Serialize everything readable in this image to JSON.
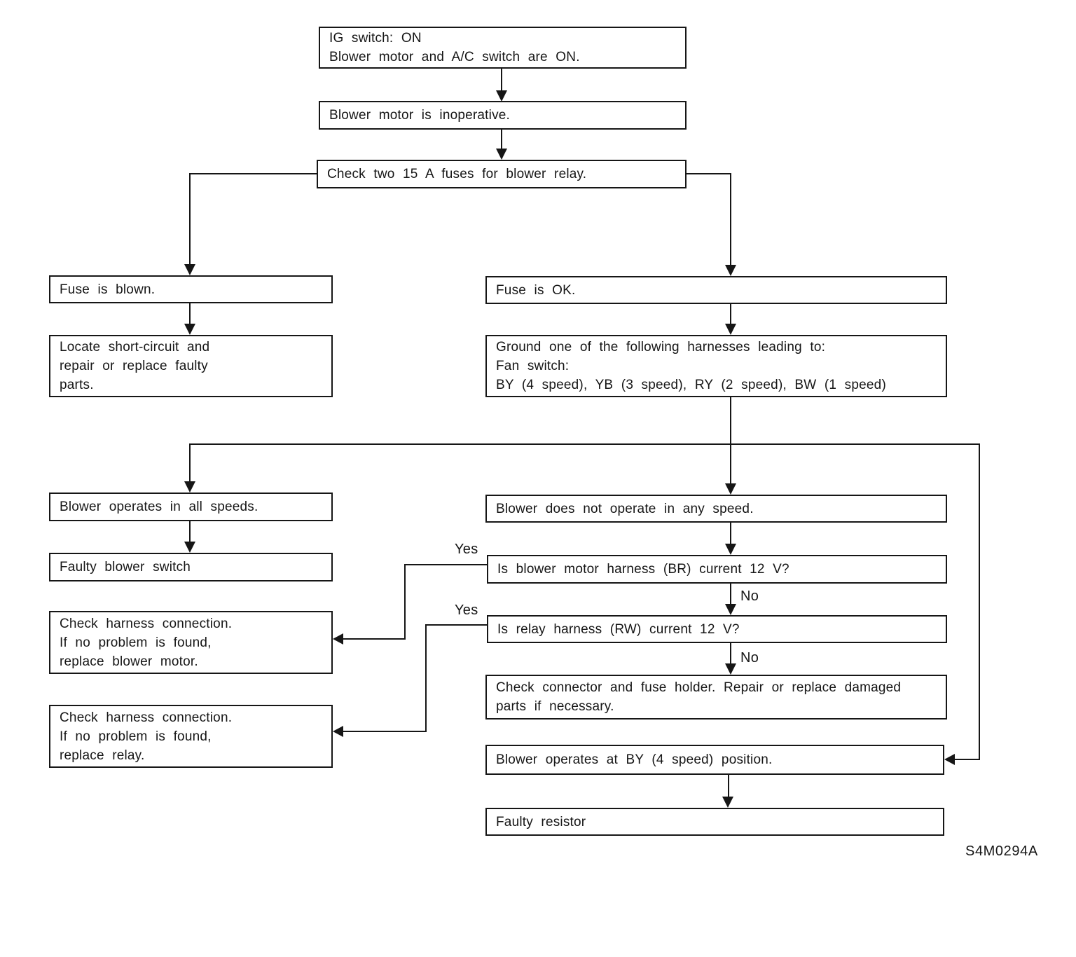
{
  "diagram": {
    "figure_code": "S4M0294A",
    "colors": {
      "ink": "#161616",
      "paper": "#ffffff"
    },
    "boxes": {
      "start": {
        "lines": [
          "IG switch: ON",
          "Blower motor and A/C switch are ON."
        ]
      },
      "inoperative": {
        "lines": [
          "Blower motor is inoperative."
        ]
      },
      "check_fuses": {
        "lines": [
          "Check two 15 A fuses for blower relay."
        ]
      },
      "fuse_blown": {
        "lines": [
          "Fuse is blown."
        ]
      },
      "locate_short": {
        "lines": [
          "Locate short-circuit and",
          "repair or replace faulty",
          "parts."
        ]
      },
      "fuse_ok": {
        "lines": [
          "Fuse is OK."
        ]
      },
      "ground_harness": {
        "lines": [
          "Ground one of the following harnesses leading to:",
          "Fan switch:",
          "BY (4 speed), YB (3 speed), RY (2 speed), BW (1 speed)"
        ]
      },
      "all_speeds": {
        "lines": [
          "Blower operates in all speeds."
        ]
      },
      "faulty_switch": {
        "lines": [
          "Faulty blower switch"
        ]
      },
      "no_speed": {
        "lines": [
          "Blower does not operate in any speed."
        ]
      },
      "q_blower_harness": {
        "lines": [
          "Is blower motor harness (BR) current 12 V?"
        ]
      },
      "q_relay_harness": {
        "lines": [
          "Is relay harness (RW) current 12 V?"
        ]
      },
      "check_connector": {
        "lines": [
          "Check connector and fuse holder. Repair or replace damaged",
          "parts if necessary."
        ]
      },
      "by_position": {
        "lines": [
          "Blower operates at BY (4 speed) position."
        ]
      },
      "faulty_resistor": {
        "lines": [
          "Faulty resistor"
        ]
      },
      "replace_motor": {
        "lines": [
          "Check harness connection.",
          "If no problem is found,",
          "replace blower motor."
        ]
      },
      "replace_relay": {
        "lines": [
          "Check harness connection.",
          "If no problem is found,",
          "replace relay."
        ]
      }
    },
    "edge_labels": {
      "yes_blower": "Yes",
      "yes_relay": "Yes",
      "no_blower": "No",
      "no_relay": "No"
    }
  }
}
